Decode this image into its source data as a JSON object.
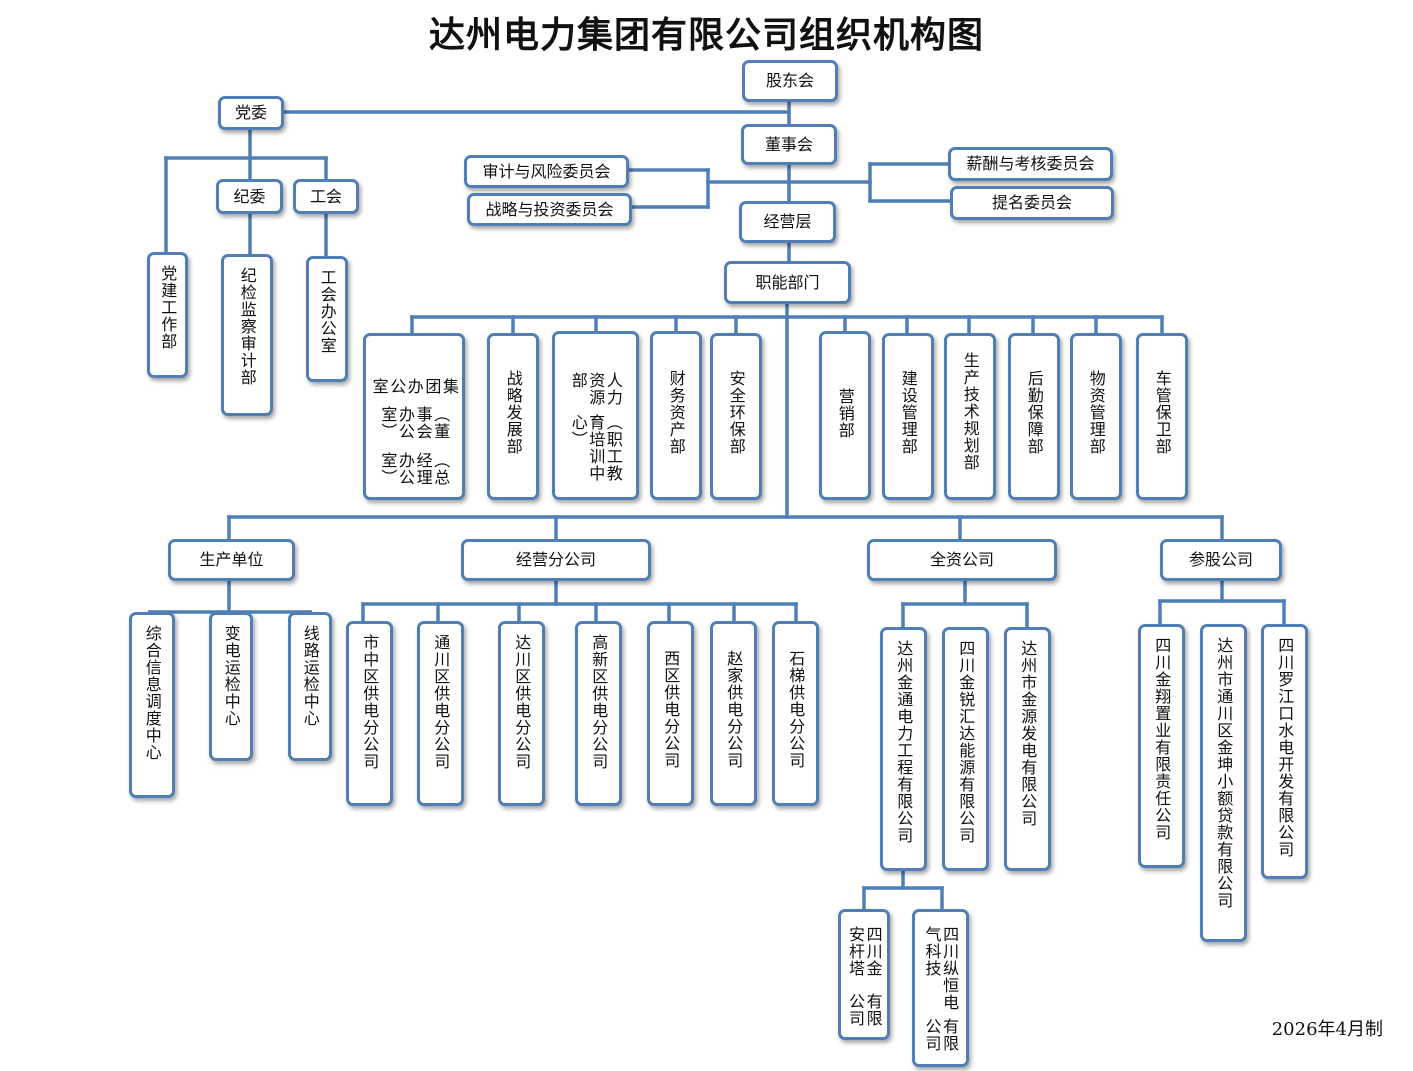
{
  "title": "达州电力集团有限公司组织机构图",
  "footer": "2026年4月制",
  "line_color": "#4f7fb6",
  "nodes": {
    "gudonghui": "股东会",
    "dangwei": "党委",
    "dongshihui": "董事会",
    "shenji": "审计与风险委员会",
    "zhanlue_wh": "战略与投资委员会",
    "xinchou": "薪酬与考核委员会",
    "timing": "提名委员会",
    "jingyingceng": "经营层",
    "zhineng": "职能部门",
    "jiwei": "纪委",
    "gonghui": "工会",
    "dangjian": "党建工作部",
    "jijian": "纪检监察审计部",
    "gonghui_office": "工会办公室",
    "jituan_a": "集团办公室",
    "jituan_b": "（董事会办公室）",
    "jituan_c": "（总经理办公室）",
    "zhanlue": "战略发展部",
    "renli_a": "人力资源部",
    "renli_b": "（职工教育培训中心）",
    "caiwu": "财务资产部",
    "anquan": "安全环保部",
    "yingxiao": "营销部",
    "jianshe": "建设管理部",
    "shengchan": "生产技术规划部",
    "houqin": "后勤保障部",
    "wuzi": "物资管理部",
    "cheguan": "车管保卫部",
    "scdw": "生产单位",
    "jyfgs": "经营分公司",
    "qzgs": "全资公司",
    "cggs": "参股公司",
    "zonghe": "综合信息调度中心",
    "biandian": "变电运检中心",
    "xianlu": "线路运检中心",
    "shizhong": "市中区供电分公司",
    "tongchuan": "通川区供电分公司",
    "dachuan": "达川区供电分公司",
    "gaoxin": "高新区供电分公司",
    "xiqu": "西区供电分公司",
    "zhaojia": "赵家供电分公司",
    "shiti": "石梯供电分公司",
    "jintong": "达州金通电力工程有限公司",
    "jinrui": "四川金锐汇达能源有限公司",
    "jinyuan": "达州市金源发电有限公司",
    "jinxiang": "四川金翔置业有限责任公司",
    "kunxiao": "达州市通川区金坤小额贷款有限公司",
    "luojiang": "四川罗江口水电开发有限公司",
    "jinan_a": "四川金安杆塔",
    "jinan_b": "有限公司",
    "zongheng_a": "四川纵恒电气科技",
    "zongheng_b": "有限公司"
  }
}
